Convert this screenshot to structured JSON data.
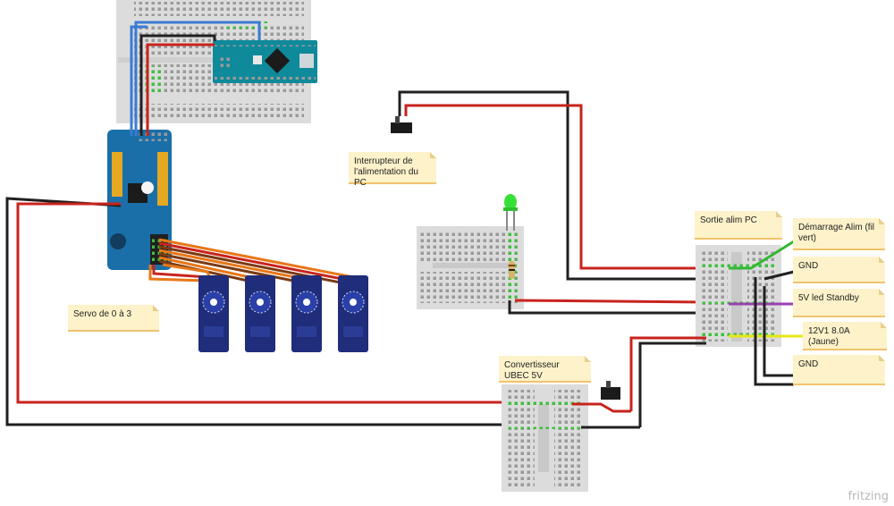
{
  "notes": {
    "servo": "Servo de 0 à 3",
    "switch": "Interrupteur de l'alimentation du PC",
    "sortie": "Sortie alim PC",
    "demarrage": "Démarrage Alim (fil vert)",
    "gnd1": "GND",
    "standby": "5V led Standby",
    "v12": "12V1 8.0A (Jaune)",
    "gnd2": "GND",
    "ubec": "Convertisseur UBEC 5V"
  },
  "watermark": "fritzing",
  "colors": {
    "red": "#c8231d",
    "black": "#202020",
    "blue": "#3a7bd5",
    "orange": "#e87718",
    "brown": "#7a3a12",
    "green": "#33b833",
    "purple": "#9b3fb0",
    "yellow": "#e6e619",
    "pcb_blue": "#1a6fa8",
    "arduino_teal": "#0f8a9a",
    "servo_navy": "#1f2d7a",
    "note_bg": "#fdf2c9"
  },
  "components": {
    "board_icons": [
      "arduino-nano-icon",
      "pca9685-servo-driver-icon",
      "servo-icon",
      "toggle-switch-icon",
      "led-icon",
      "resistor-icon",
      "breadboard-icon"
    ]
  }
}
